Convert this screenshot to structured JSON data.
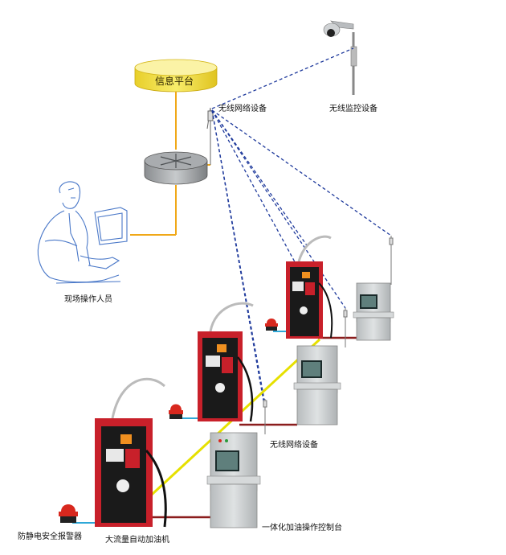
{
  "labels": {
    "info_platform": "信息平台",
    "wireless_network_top": "无线网络设备",
    "wireless_monitor": "无线监控设备",
    "field_operator": "现场操作人员",
    "wireless_network_bottom": "无线网络设备",
    "console": "一体化加油操作控制台",
    "alarm": "防静电安全报警器",
    "dispenser": "大流量自动加油机"
  },
  "colors": {
    "platform_fill": "#f2e24a",
    "platform_top": "#faf3a0",
    "orange_link": "#f0a818",
    "wireless_dash": "#1f3a9c",
    "dispenser_red": "#c8202a",
    "dispenser_black": "#1a1a1a",
    "console_gray": "#c9cdcf",
    "yellow_cable": "#e6e000",
    "darkred_cable": "#8b1d1d",
    "alarm_red": "#d8281e"
  }
}
